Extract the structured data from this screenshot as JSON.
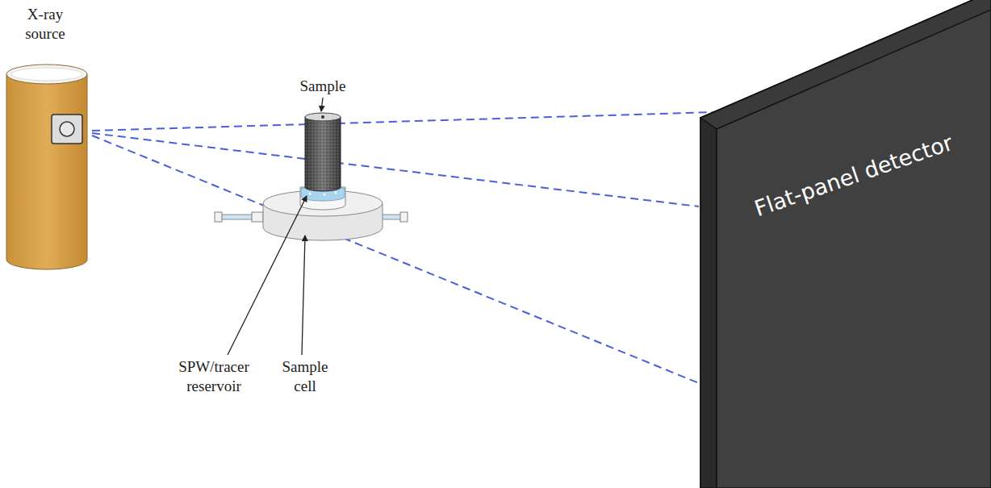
{
  "diagram": {
    "labels": [
      "X-ray source",
      "Sample",
      "SPW/tracer reservoir",
      "Sample cell",
      "Flat-panel detector"
    ]
  }
}
